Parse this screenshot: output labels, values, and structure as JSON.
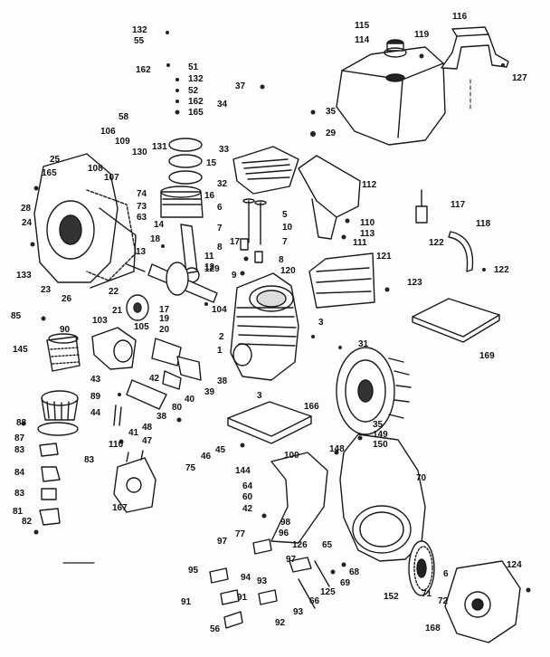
{
  "callouts": [
    {
      "id": "c132a",
      "text": "132"
    },
    {
      "id": "c55",
      "text": "55"
    },
    {
      "id": "c162a",
      "text": "162"
    },
    {
      "id": "c51",
      "text": "51"
    },
    {
      "id": "c132b",
      "text": "132"
    },
    {
      "id": "c52",
      "text": "52"
    },
    {
      "id": "c162b",
      "text": "162"
    },
    {
      "id": "c165a",
      "text": "165"
    },
    {
      "id": "c58",
      "text": "58"
    },
    {
      "id": "c34",
      "text": "34"
    },
    {
      "id": "c37",
      "text": "37"
    },
    {
      "id": "c35",
      "text": "35"
    },
    {
      "id": "c29",
      "text": "29"
    },
    {
      "id": "c115",
      "text": "115"
    },
    {
      "id": "c114",
      "text": "114"
    },
    {
      "id": "c119",
      "text": "119"
    },
    {
      "id": "c116",
      "text": "116"
    },
    {
      "id": "c127",
      "text": "127"
    },
    {
      "id": "c106",
      "text": "106"
    },
    {
      "id": "c109",
      "text": "109"
    },
    {
      "id": "c131",
      "text": "131"
    },
    {
      "id": "c130",
      "text": "130"
    },
    {
      "id": "c108",
      "text": "108"
    },
    {
      "id": "c107",
      "text": "107"
    },
    {
      "id": "c15",
      "text": "15"
    },
    {
      "id": "c33",
      "text": "33"
    },
    {
      "id": "c25",
      "text": "25"
    },
    {
      "id": "c165b",
      "text": "165"
    },
    {
      "id": "c74",
      "text": "74"
    },
    {
      "id": "c73",
      "text": "73"
    },
    {
      "id": "c63",
      "text": "63"
    },
    {
      "id": "c16",
      "text": "16"
    },
    {
      "id": "c32",
      "text": "32"
    },
    {
      "id": "c6",
      "text": "6"
    },
    {
      "id": "c5",
      "text": "5"
    },
    {
      "id": "c10",
      "text": "10"
    },
    {
      "id": "c112",
      "text": "112"
    },
    {
      "id": "c117",
      "text": "117"
    },
    {
      "id": "c28",
      "text": "28"
    },
    {
      "id": "c24",
      "text": "24"
    },
    {
      "id": "c14",
      "text": "14"
    },
    {
      "id": "c110",
      "text": "110"
    },
    {
      "id": "c113",
      "text": "113"
    },
    {
      "id": "c111",
      "text": "111"
    },
    {
      "id": "c118",
      "text": "118"
    },
    {
      "id": "c122a",
      "text": "122"
    },
    {
      "id": "c7a",
      "text": "7"
    },
    {
      "id": "c7b",
      "text": "7"
    },
    {
      "id": "c18",
      "text": "18"
    },
    {
      "id": "c17a",
      "text": "17"
    },
    {
      "id": "c8a",
      "text": "8"
    },
    {
      "id": "c8b",
      "text": "8"
    },
    {
      "id": "c13",
      "text": "13"
    },
    {
      "id": "c11",
      "text": "11"
    },
    {
      "id": "c12",
      "text": "12"
    },
    {
      "id": "c133",
      "text": "133"
    },
    {
      "id": "c129",
      "text": "129"
    },
    {
      "id": "c9",
      "text": "9"
    },
    {
      "id": "c120",
      "text": "120"
    },
    {
      "id": "c121",
      "text": "121"
    },
    {
      "id": "c122b",
      "text": "122"
    },
    {
      "id": "c23",
      "text": "23"
    },
    {
      "id": "c26",
      "text": "26"
    },
    {
      "id": "c22",
      "text": "22"
    },
    {
      "id": "c123",
      "text": "123"
    },
    {
      "id": "c21",
      "text": "21"
    },
    {
      "id": "c103",
      "text": "103"
    },
    {
      "id": "c17b",
      "text": "17"
    },
    {
      "id": "c19",
      "text": "19"
    },
    {
      "id": "c104",
      "text": "104"
    },
    {
      "id": "c85",
      "text": "85"
    },
    {
      "id": "c90",
      "text": "90"
    },
    {
      "id": "c20",
      "text": "20"
    },
    {
      "id": "c105",
      "text": "105"
    },
    {
      "id": "c2",
      "text": "2"
    },
    {
      "id": "c3a",
      "text": "3"
    },
    {
      "id": "c31",
      "text": "31"
    },
    {
      "id": "c169",
      "text": "169"
    },
    {
      "id": "c145",
      "text": "145"
    },
    {
      "id": "c1",
      "text": "1"
    },
    {
      "id": "c43",
      "text": "43"
    },
    {
      "id": "c42",
      "text": "42"
    },
    {
      "id": "c40",
      "text": "40"
    },
    {
      "id": "c39",
      "text": "39"
    },
    {
      "id": "c38a",
      "text": "38"
    },
    {
      "id": "c89",
      "text": "89"
    },
    {
      "id": "c3b",
      "text": "3"
    },
    {
      "id": "c166",
      "text": "166"
    },
    {
      "id": "c44",
      "text": "44"
    },
    {
      "id": "c38b",
      "text": "38"
    },
    {
      "id": "c80",
      "text": "80"
    },
    {
      "id": "c88",
      "text": "88"
    },
    {
      "id": "c41",
      "text": "41"
    },
    {
      "id": "c35b",
      "text": "35"
    },
    {
      "id": "c149",
      "text": "149"
    },
    {
      "id": "c87",
      "text": "87"
    },
    {
      "id": "c48",
      "text": "48"
    },
    {
      "id": "c47",
      "text": "47"
    },
    {
      "id": "c150",
      "text": "150"
    },
    {
      "id": "c45",
      "text": "45"
    },
    {
      "id": "c83a",
      "text": "83"
    },
    {
      "id": "c110b",
      "text": "110"
    },
    {
      "id": "c46",
      "text": "46"
    },
    {
      "id": "c148",
      "text": "148"
    },
    {
      "id": "c100",
      "text": "100"
    },
    {
      "id": "c84",
      "text": "84"
    },
    {
      "id": "c83b",
      "text": "83"
    },
    {
      "id": "c75",
      "text": "75"
    },
    {
      "id": "c70",
      "text": "70"
    },
    {
      "id": "c144",
      "text": "144"
    },
    {
      "id": "c83c",
      "text": "83"
    },
    {
      "id": "c64",
      "text": "64"
    },
    {
      "id": "c60",
      "text": "60"
    },
    {
      "id": "c167",
      "text": "167"
    },
    {
      "id": "c81",
      "text": "81"
    },
    {
      "id": "c82",
      "text": "82"
    },
    {
      "id": "c42b",
      "text": "42"
    },
    {
      "id": "c98",
      "text": "98"
    },
    {
      "id": "c77",
      "text": "77"
    },
    {
      "id": "c97a",
      "text": "97"
    },
    {
      "id": "c96",
      "text": "96"
    },
    {
      "id": "c126",
      "text": "126"
    },
    {
      "id": "c65",
      "text": "65"
    },
    {
      "id": "c97b",
      "text": "97"
    },
    {
      "id": "c68",
      "text": "68"
    },
    {
      "id": "c124",
      "text": "124"
    },
    {
      "id": "c95",
      "text": "95"
    },
    {
      "id": "c94",
      "text": "94"
    },
    {
      "id": "c93a",
      "text": "93"
    },
    {
      "id": "c69",
      "text": "69"
    },
    {
      "id": "c125",
      "text": "125"
    },
    {
      "id": "c6b",
      "text": "6"
    },
    {
      "id": "c152",
      "text": "152"
    },
    {
      "id": "c71",
      "text": "71"
    },
    {
      "id": "c72",
      "text": "72"
    },
    {
      "id": "c91a",
      "text": "91"
    },
    {
      "id": "c91b",
      "text": "91"
    },
    {
      "id": "c66",
      "text": "66"
    },
    {
      "id": "c93b",
      "text": "93"
    },
    {
      "id": "c92",
      "text": "92"
    },
    {
      "id": "c56",
      "text": "56"
    },
    {
      "id": "c168",
      "text": "168"
    }
  ]
}
